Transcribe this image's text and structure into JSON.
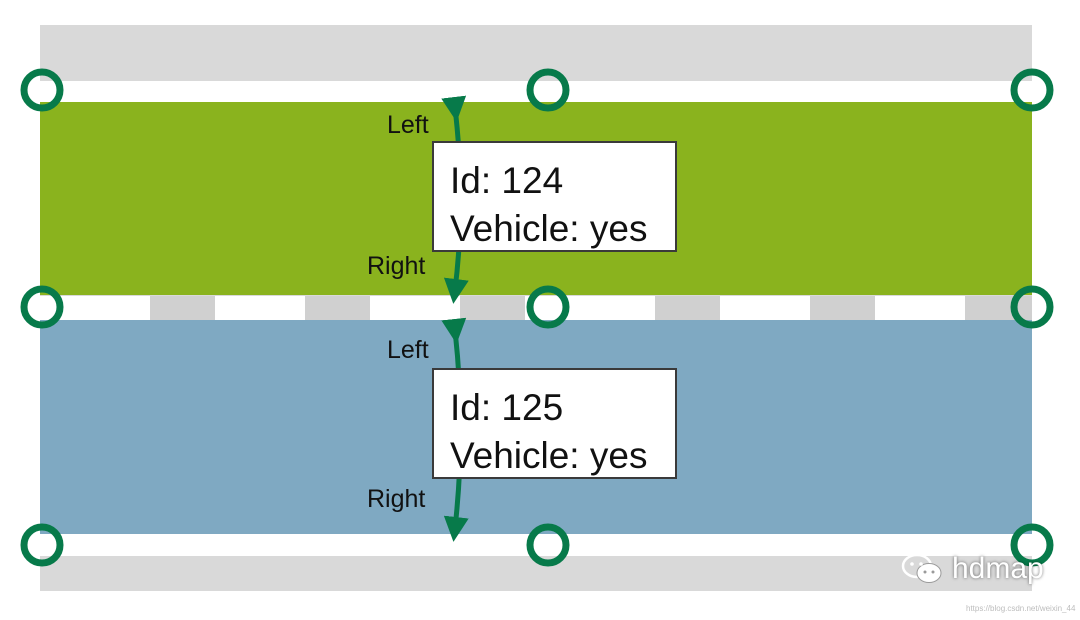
{
  "colors": {
    "road_gray": "#d9d9d9",
    "lane_upper": "#8ab31e",
    "lane_lower": "#7fa9c2",
    "node_ring": "#077a4a",
    "arrow": "#077a4a",
    "dash_gray": "#d0d0d0"
  },
  "lanes": [
    {
      "id_text": "Id: 124",
      "vehicle_text": "Vehicle: yes",
      "left_label": "Left",
      "right_label": "Right"
    },
    {
      "id_text": "Id: 125",
      "vehicle_text": "Vehicle: yes",
      "left_label": "Left",
      "right_label": "Right"
    }
  ],
  "icons": {
    "node": "node-ring-icon",
    "arrow": "double-arrow-icon",
    "watermark": "wechat-icon"
  },
  "watermark": {
    "text": "hdmap",
    "url": "https://blog.csdn.net/weixin_44"
  }
}
